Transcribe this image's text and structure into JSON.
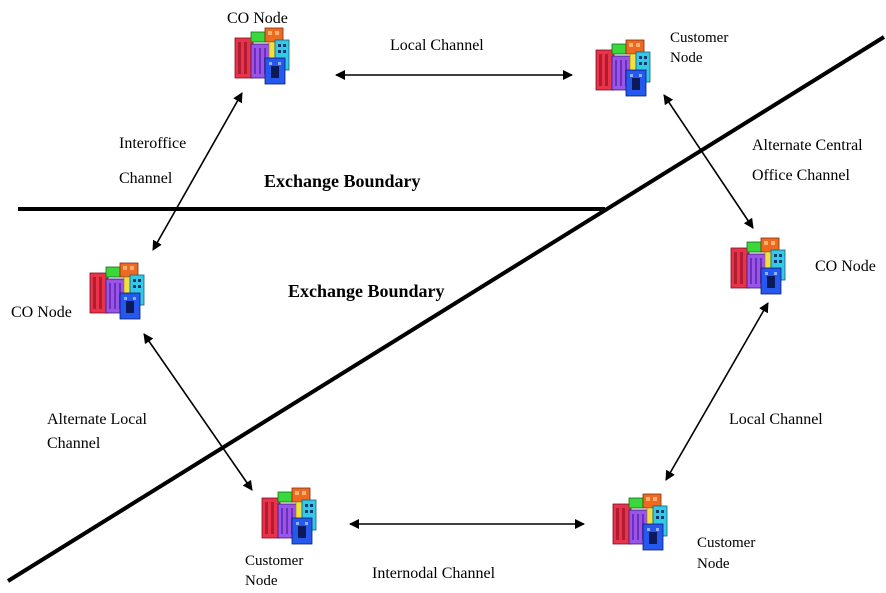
{
  "nodes": {
    "co_top": {
      "label": "CO Node"
    },
    "customer_top": {
      "label_line1": "Customer",
      "label_line2": "Node"
    },
    "co_left": {
      "label": "CO Node"
    },
    "co_right": {
      "label": "CO Node"
    },
    "customer_bottom_left": {
      "label_line1": "Customer",
      "label_line2": "Node"
    },
    "customer_bottom_right": {
      "label_line1": "Customer",
      "label_line2": "Node"
    }
  },
  "channels": {
    "local_top": "Local Channel",
    "interoffice_line1": "Interoffice",
    "interoffice_line2": "Channel",
    "alt_central_line1": "Alternate Central",
    "alt_central_line2": "Office Channel",
    "alt_local_line1": "Alternate Local",
    "alt_local_line2": "Channel",
    "local_right": "Local Channel",
    "internodal": "Internodal Channel"
  },
  "boundaries": {
    "horizontal": "Exchange Boundary",
    "diagonal": "Exchange Boundary"
  },
  "colors": {
    "line": "#000000",
    "building_red": "#e8344a",
    "building_green": "#39d83c",
    "building_orange": "#ee6a22",
    "building_purple": "#9a55e8",
    "building_cyan": "#35c9e8",
    "building_blue": "#2458ee"
  }
}
